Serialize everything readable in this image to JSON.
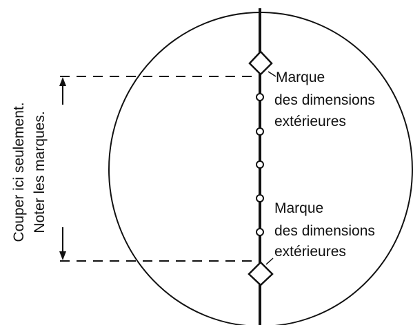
{
  "instruction": {
    "line1": "Couper ici seulement.",
    "line2": "Noter les marques."
  },
  "mark_top": {
    "line1": "Marque",
    "line2": "des dimensions",
    "line3": "extérieures"
  },
  "mark_bottom": {
    "line1": "Marque",
    "line2": "des dimensions",
    "line3": "extérieures"
  },
  "colors": {
    "ink": "#111111",
    "background": "#ffffff"
  }
}
